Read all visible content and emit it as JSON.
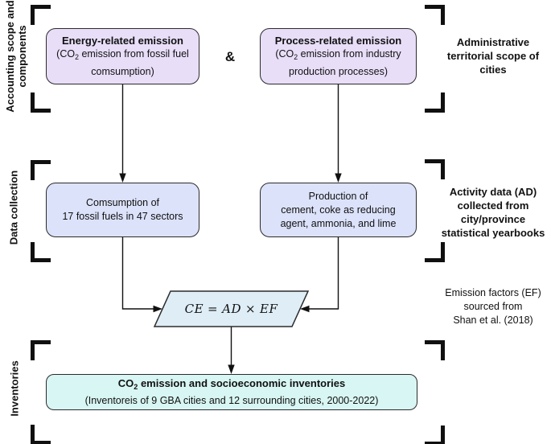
{
  "colors": {
    "emission_box_fill": "#E8DEF8",
    "activity_box_fill": "#DCE2FA",
    "formula_box_fill": "#DEEDF6",
    "inventory_box_fill": "#D8F6F3",
    "box_border": "#2B2B2B",
    "line_color": "#111111"
  },
  "side_labels": {
    "accounting": {
      "line1": "Accounting scope and",
      "line2": "components"
    },
    "data_collection": "Data collection",
    "inventories": "Inventories"
  },
  "right_labels": {
    "admin": {
      "line1": "Administrative",
      "line2": "territorial scope of",
      "line3": "cities"
    },
    "activity": {
      "line1": "Activity data (AD)",
      "line2": "collected from",
      "line3": "city/province",
      "line4": "statistical yearbooks"
    },
    "emission_factors": {
      "line1": "Emission factors (EF)",
      "line2": "sourced from",
      "line3": "Shan et al. (2018)"
    }
  },
  "boxes": {
    "energy": {
      "title": "Energy-related emission",
      "line2_pre": "(CO",
      "line2_sub": "2",
      "line2_post": " emission from fossil fuel",
      "line3": "comsumption)"
    },
    "process": {
      "title": "Process-related emission",
      "line2_pre": "(CO",
      "line2_sub": "2",
      "line2_post": " emission from industry",
      "line3": "production processes)"
    },
    "consumption": {
      "line1": "Comsumption of",
      "line2": "17 fossil fuels in 47 sectors"
    },
    "production": {
      "line1": "Production of",
      "line2": "cement, coke as reducing",
      "line3": "agent, ammonia, and lime"
    },
    "inventory": {
      "title_pre": "CO",
      "title_sub": "2",
      "title_post": " emission and socioeconomic inventories",
      "line2": "(Inventoreis of 9 GBA cities and 12 surrounding cities, 2000-2022)"
    }
  },
  "connector": {
    "ampersand": "&"
  },
  "formula": {
    "lhs": "CE",
    "eq": "=",
    "op1": "AD",
    "times": "×",
    "op2": "EF"
  }
}
